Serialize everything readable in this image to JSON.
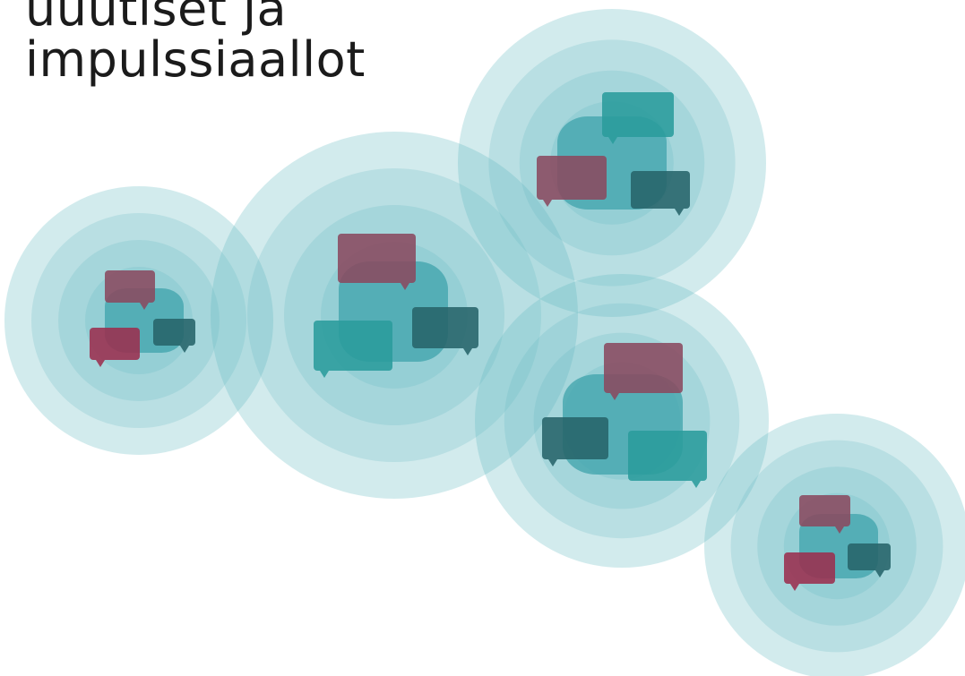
{
  "title": {
    "line1": "uuutiset ja",
    "line2": "impulssiaallot"
  },
  "colors": {
    "halo": "#5fb8c0",
    "halo_core": "#3fa3ab",
    "bubble_rose": "#8a4a60",
    "bubble_crimson": "#9b2f4e",
    "bubble_teal": "#2a9c9c",
    "bubble_dark": "#27646a"
  },
  "clusters": [
    {
      "id": "cluster-left",
      "bubbles": [
        "rose",
        "crimson",
        "dark"
      ]
    },
    {
      "id": "cluster-center",
      "bubbles": [
        "rose",
        "teal",
        "dark"
      ]
    },
    {
      "id": "cluster-top",
      "bubbles": [
        "teal",
        "rose",
        "dark"
      ]
    },
    {
      "id": "cluster-middle-right",
      "bubbles": [
        "rose",
        "dark",
        "teal"
      ]
    },
    {
      "id": "cluster-bottom-right",
      "bubbles": [
        "rose",
        "crimson",
        "dark"
      ]
    }
  ]
}
